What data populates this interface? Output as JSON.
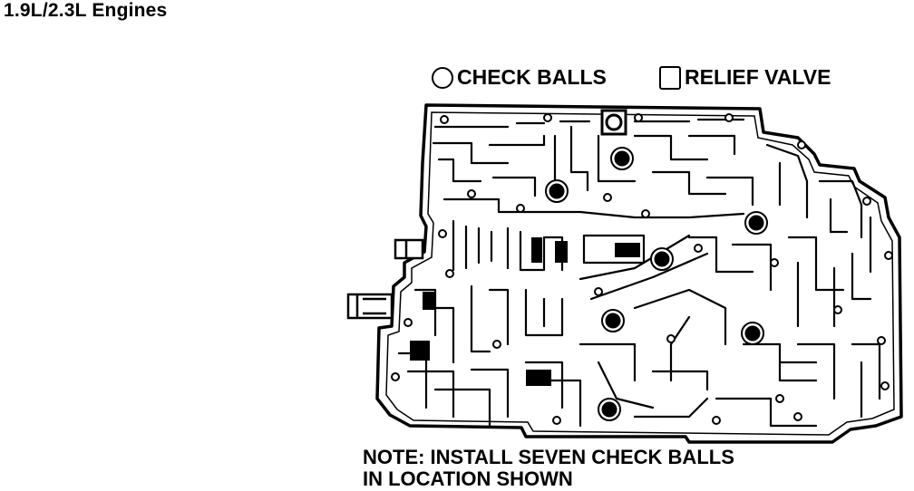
{
  "title": "1.9L/2.3L Engines",
  "legend": {
    "check_balls": "CHECK BALLS",
    "relief_valve": "RELIEF VALVE"
  },
  "note": {
    "line1": "NOTE: INSTALL SEVEN CHECK BALLS",
    "line2": "IN LOCATION SHOWN"
  },
  "check_ball_count": 7
}
